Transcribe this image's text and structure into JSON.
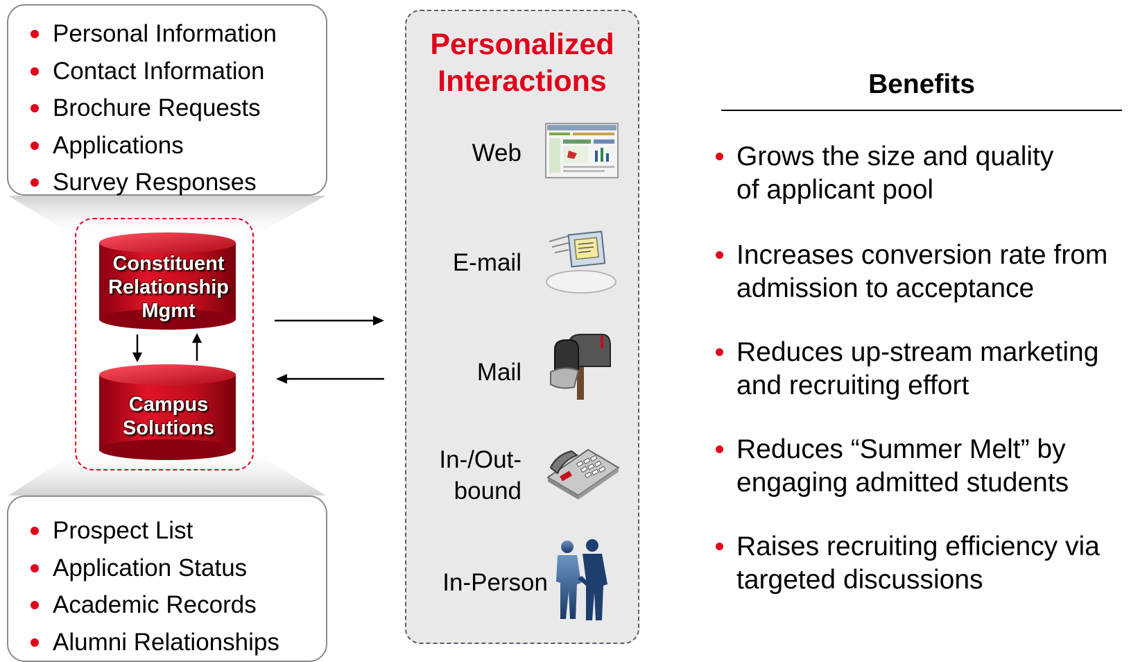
{
  "inputs": {
    "items": [
      "Personal Information",
      "Contact Information",
      "Brochure Requests",
      "Applications",
      "Survey Responses"
    ]
  },
  "databases": {
    "crm": "Constituent Relationship Mgmt",
    "crm_lines": [
      "Constituent",
      "Relationship",
      "Mgmt"
    ],
    "campus_lines": [
      "Campus",
      "Solutions"
    ]
  },
  "outputs": {
    "items": [
      "Prospect List",
      "Application Status",
      "Academic Records",
      "Alumni Relationships"
    ]
  },
  "interactions": {
    "title_lines": [
      "Personalized",
      "Interactions"
    ],
    "channels": [
      {
        "label": "Web",
        "icon": "web-page-icon"
      },
      {
        "label": "E-mail",
        "icon": "email-icon"
      },
      {
        "label": "Mail",
        "icon": "mailbox-icon"
      },
      {
        "label_lines": [
          "In-/Out-",
          "bound"
        ],
        "icon": "telephone-icon"
      },
      {
        "label": "In-Person",
        "icon": "people-icon"
      }
    ]
  },
  "benefits": {
    "title": "Benefits",
    "items": [
      [
        "Grows the size and quality",
        "of applicant pool"
      ],
      [
        "Increases conversion rate from",
        "admission to acceptance"
      ],
      [
        "Reduces up-stream marketing",
        "and recruiting effort"
      ],
      [
        "Reduces “Summer Melt” by",
        "engaging admitted students"
      ],
      [
        "Raises recruiting efficiency via",
        "targeted discussions"
      ]
    ]
  },
  "colors": {
    "accent": "#e0001b",
    "panel": "#e9e9ea",
    "cylinder": "#c8101e"
  }
}
